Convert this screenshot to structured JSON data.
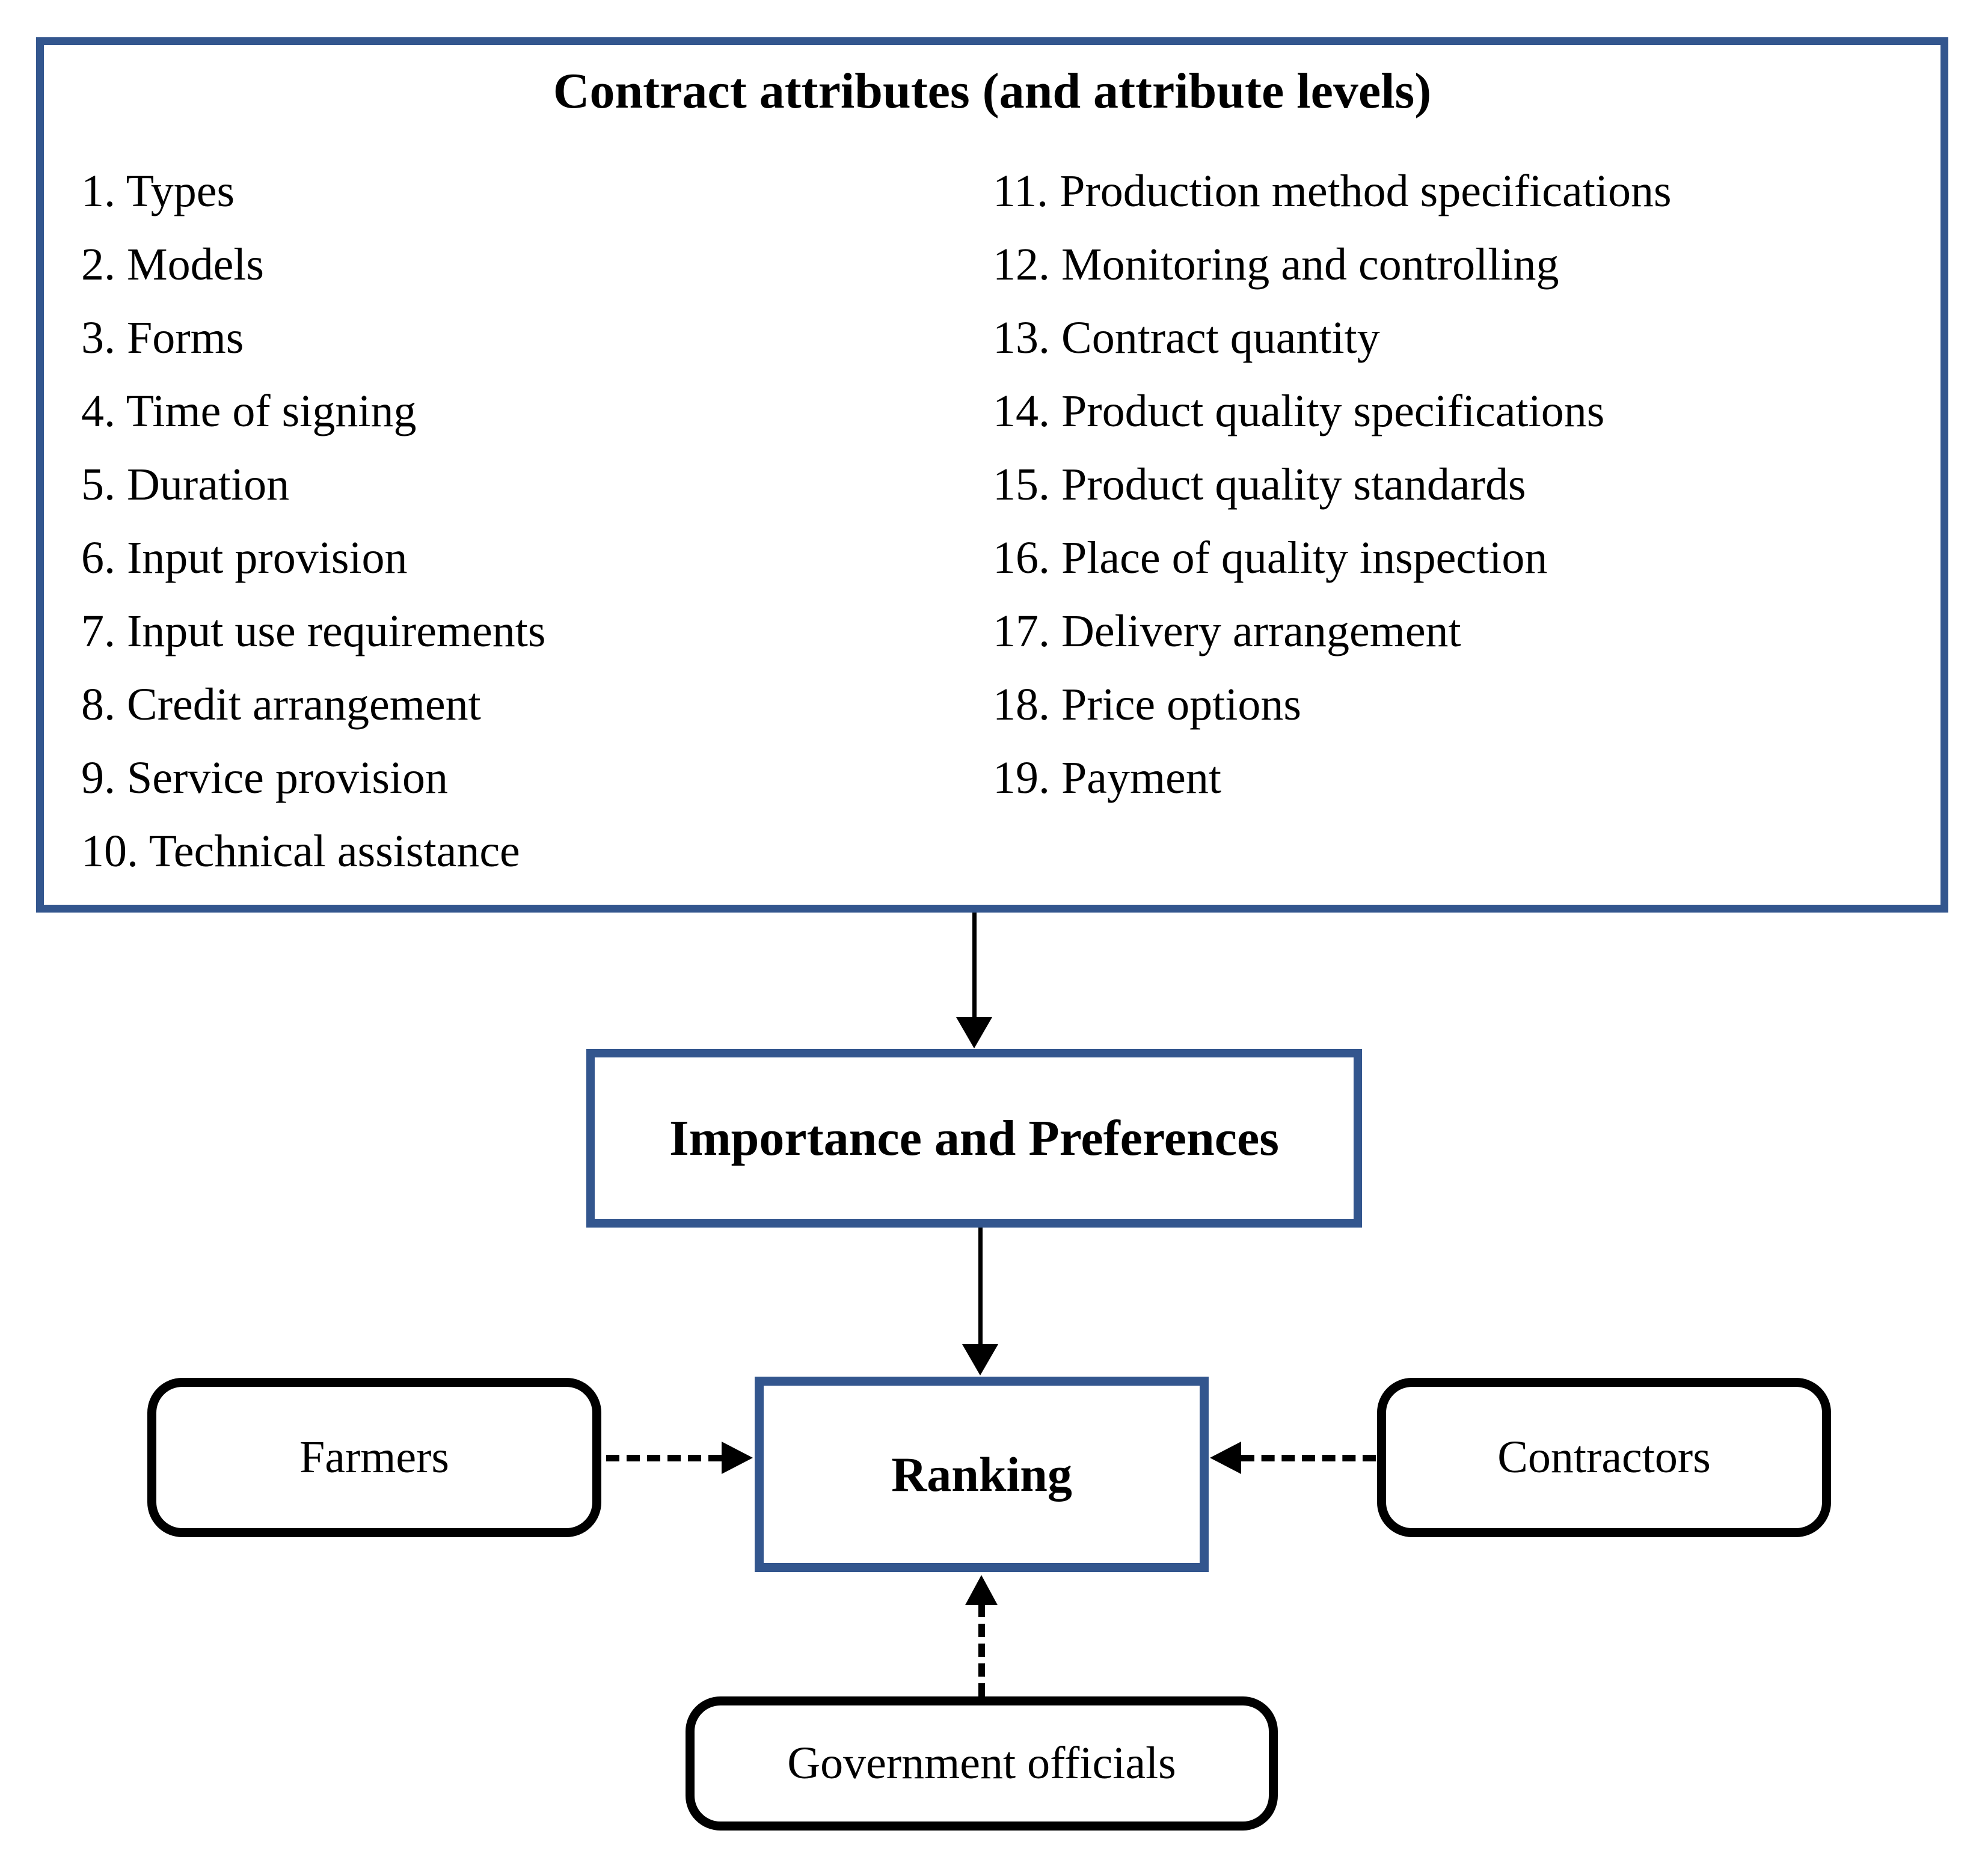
{
  "colors": {
    "box_border_blue": "#33568E",
    "line_black": "#000000"
  },
  "attributes_box": {
    "title": "Contract attributes (and attribute levels)",
    "left_items": [
      "1. Types",
      "2. Models",
      "3. Forms",
      "4. Time of signing",
      "5. Duration",
      "6. Input provision",
      "7. Input use requirements",
      "8. Credit arrangement",
      "9. Service provision",
      "10. Technical assistance"
    ],
    "right_items": [
      "11. Production method specifications",
      "12. Monitoring and controlling",
      "13. Contract quantity",
      "14. Product quality specifications",
      "15. Product quality standards",
      "16. Place of quality inspection",
      "17. Delivery arrangement",
      "18. Price options",
      "19. Payment"
    ]
  },
  "importance_box": {
    "label": "Importance and Preferences"
  },
  "ranking_box": {
    "label": "Ranking"
  },
  "stakeholder_boxes": {
    "farmers": {
      "label": "Farmers"
    },
    "contractors": {
      "label": "Contractors"
    },
    "government": {
      "label": "Government officials"
    }
  }
}
